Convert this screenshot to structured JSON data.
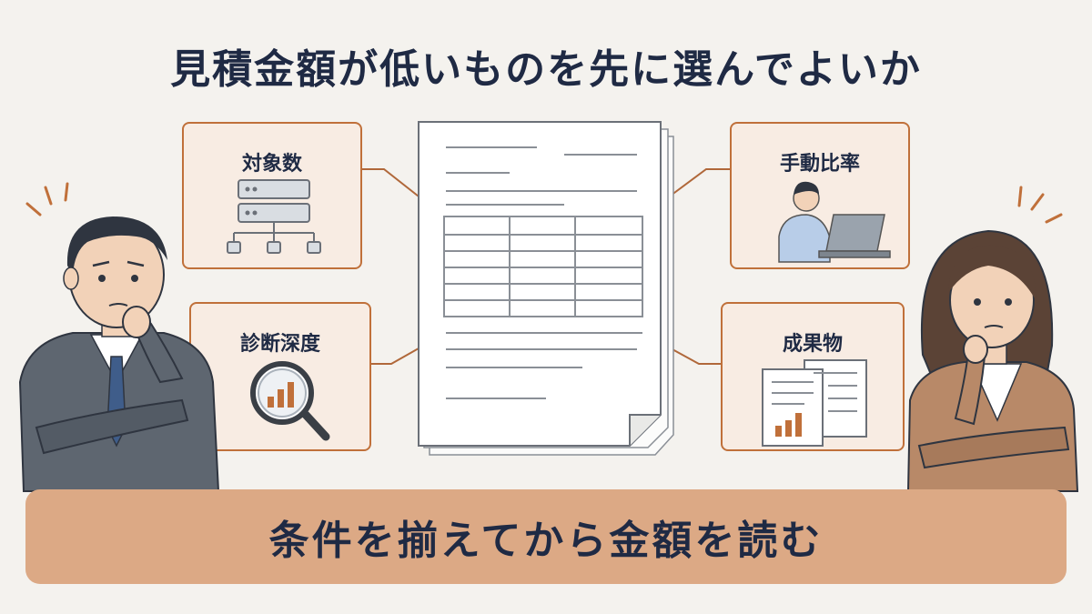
{
  "title": "見積金額が低いものを先に選んでよいか",
  "cards": {
    "top_left": {
      "label": "対象数",
      "icon": "server-network-icon"
    },
    "top_right": {
      "label": "手動比率",
      "icon": "person-laptop-icon"
    },
    "bottom_left": {
      "label": "診断深度",
      "icon": "magnifier-chart-icon"
    },
    "bottom_right": {
      "label": "成果物",
      "icon": "report-documents-icon"
    }
  },
  "conclusion": "条件を揃えてから金額を読む",
  "colors": {
    "accent": "#c0703a",
    "card_bg": "#f8ece3",
    "bar_bg": "#dca985",
    "text": "#1f2a44",
    "background": "#f4f2ee"
  }
}
